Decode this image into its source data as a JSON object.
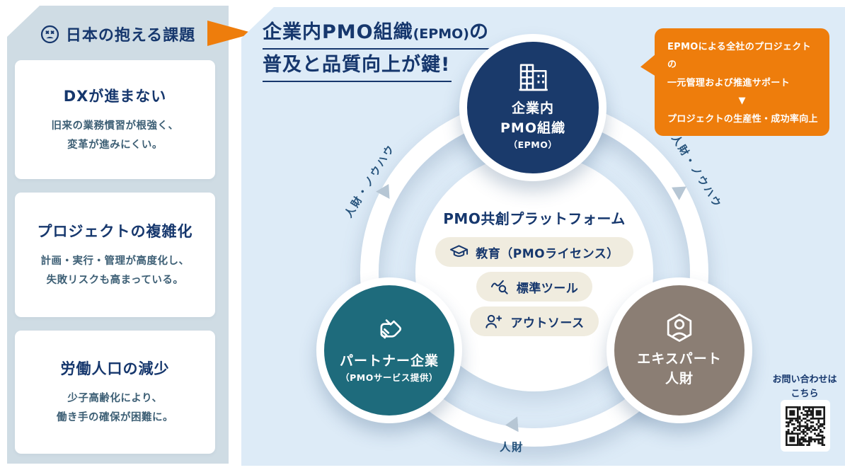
{
  "sidebar": {
    "title": "日本の抱える課題",
    "cards": [
      {
        "heading": "DXが進まない",
        "body": "旧来の業務慣習が根強く、\n変革が進みにくい。"
      },
      {
        "heading": "プロジェクトの複雑化",
        "body": "計画・実行・管理が高度化し、\n失敗リスクも高まっている。"
      },
      {
        "heading": "労働人口の減少",
        "body": "少子高齢化により、\n働き手の確保が困難に。"
      }
    ]
  },
  "main": {
    "title_l1a": "企業内PMO組織",
    "title_l1b": "(EPMO)",
    "title_l1c": "の",
    "title_l2": "普及と品質向上が鍵!"
  },
  "callout": {
    "text": "EPMOによる全社のプロジェクトの\n一元管理および推進サポート",
    "down_arrow": "▼",
    "result": "プロジェクトの生産性・成功率向上"
  },
  "nodes": {
    "epmo": {
      "line1": "企業内",
      "line2": "PMO組織",
      "sub": "（EPMO）",
      "icon": "building-icon",
      "color": "#1a3a6b"
    },
    "partner": {
      "line1": "パートナー企業",
      "sub": "（PMOサービス提供）",
      "icon": "handshake-icon",
      "color": "#1e6b7c"
    },
    "expert": {
      "line1": "エキスパート",
      "line2": "人財",
      "icon": "hexagon-person-icon",
      "color": "#8b7e74"
    }
  },
  "platform": {
    "title": "PMO共創プラットフォーム",
    "items": [
      {
        "icon": "graduation-cap-icon",
        "label": "教育（PMOライセンス）"
      },
      {
        "icon": "chart-search-icon",
        "label": "標準ツール"
      },
      {
        "icon": "person-add-icon",
        "label": "アウトソース"
      }
    ]
  },
  "flows": {
    "left_label": "人財・ノウハウ",
    "right_label": "人財・ノウハウ",
    "bottom_label": "人財"
  },
  "contact": {
    "label": "お問い合わせは\nこちら"
  },
  "colors": {
    "accent_orange": "#ee7d0c",
    "navy": "#1a3a6b",
    "teal": "#1e6b7c",
    "taupe": "#8b7e74",
    "sidebar_bg": "#cfdce4",
    "main_bg": "#ddebf7",
    "pill_bg": "#f0ecdf",
    "arrowhead": "#b6c6d4"
  }
}
